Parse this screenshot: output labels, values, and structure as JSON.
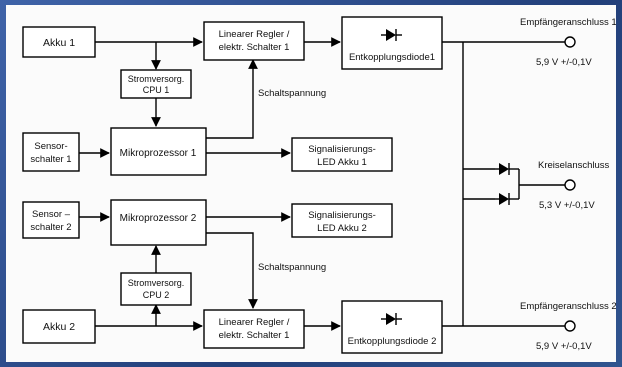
{
  "diagram": {
    "blocks": {
      "akku1": "Akku 1",
      "akku2": "Akku 2",
      "regler1": [
        "Linearer Regler /",
        "elektr. Schalter 1"
      ],
      "regler2": [
        "Linearer Regler /",
        "elektr. Schalter 1"
      ],
      "diode1": "Entkopplungsdiode1",
      "diode2": "Entkopplungsdiode 2",
      "strom1": [
        "Stromversorg.",
        "CPU 1"
      ],
      "strom2": [
        "Stromversorg.",
        "CPU 2"
      ],
      "sensor1": [
        "Sensor-",
        "schalter 1"
      ],
      "sensor2": [
        "Sensor –",
        "schalter 2"
      ],
      "mikro1": "Mikroprozessor 1",
      "mikro2": "Mikroprozessor 2",
      "signal1": [
        "Signalisierungs-",
        "LED Akku 1"
      ],
      "signal2": [
        "Signalisierungs-",
        "LED Akku 2"
      ]
    },
    "labels": {
      "schaltspannung_1": "Schaltspannung",
      "schaltspannung_2": "Schaltspannung",
      "empf1": "Empfängeranschluss 1",
      "empf1_v": "5,9 V +/-0,1V",
      "kreisel": "Kreiselanschluss",
      "kreisel_v": "5,3 V +/-0,1V",
      "empf2": "Empfängeranschluss 2",
      "empf2_v": "5,9 V +/-0,1V"
    }
  }
}
